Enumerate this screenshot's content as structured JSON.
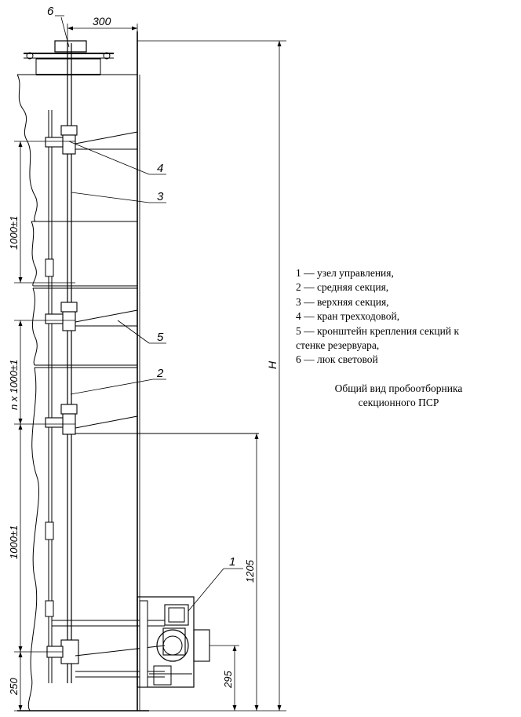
{
  "legend": [
    "1 — узел управления,",
    "2 — средняя секция,",
    "3 — верхняя секция,",
    "4 — кран трехходовой,",
    "5 — кронштейн крепления секций к",
    "стенке резервуара,",
    "6 — люк световой"
  ],
  "caption": {
    "line1": "Общий вид пробоотборника",
    "line2": "секционного ПСР"
  },
  "dimensions": {
    "top_width": "300",
    "section_upper": "1000±1",
    "section_middle": "n x 1000±1",
    "section_lower": "1000±1",
    "bottom": "250",
    "height_1205": "1205",
    "height_295": "295",
    "total_height": "H"
  },
  "callouts": {
    "c1": "1",
    "c2": "2",
    "c3": "3",
    "c4": "4",
    "c5": "5",
    "c6": "6"
  }
}
